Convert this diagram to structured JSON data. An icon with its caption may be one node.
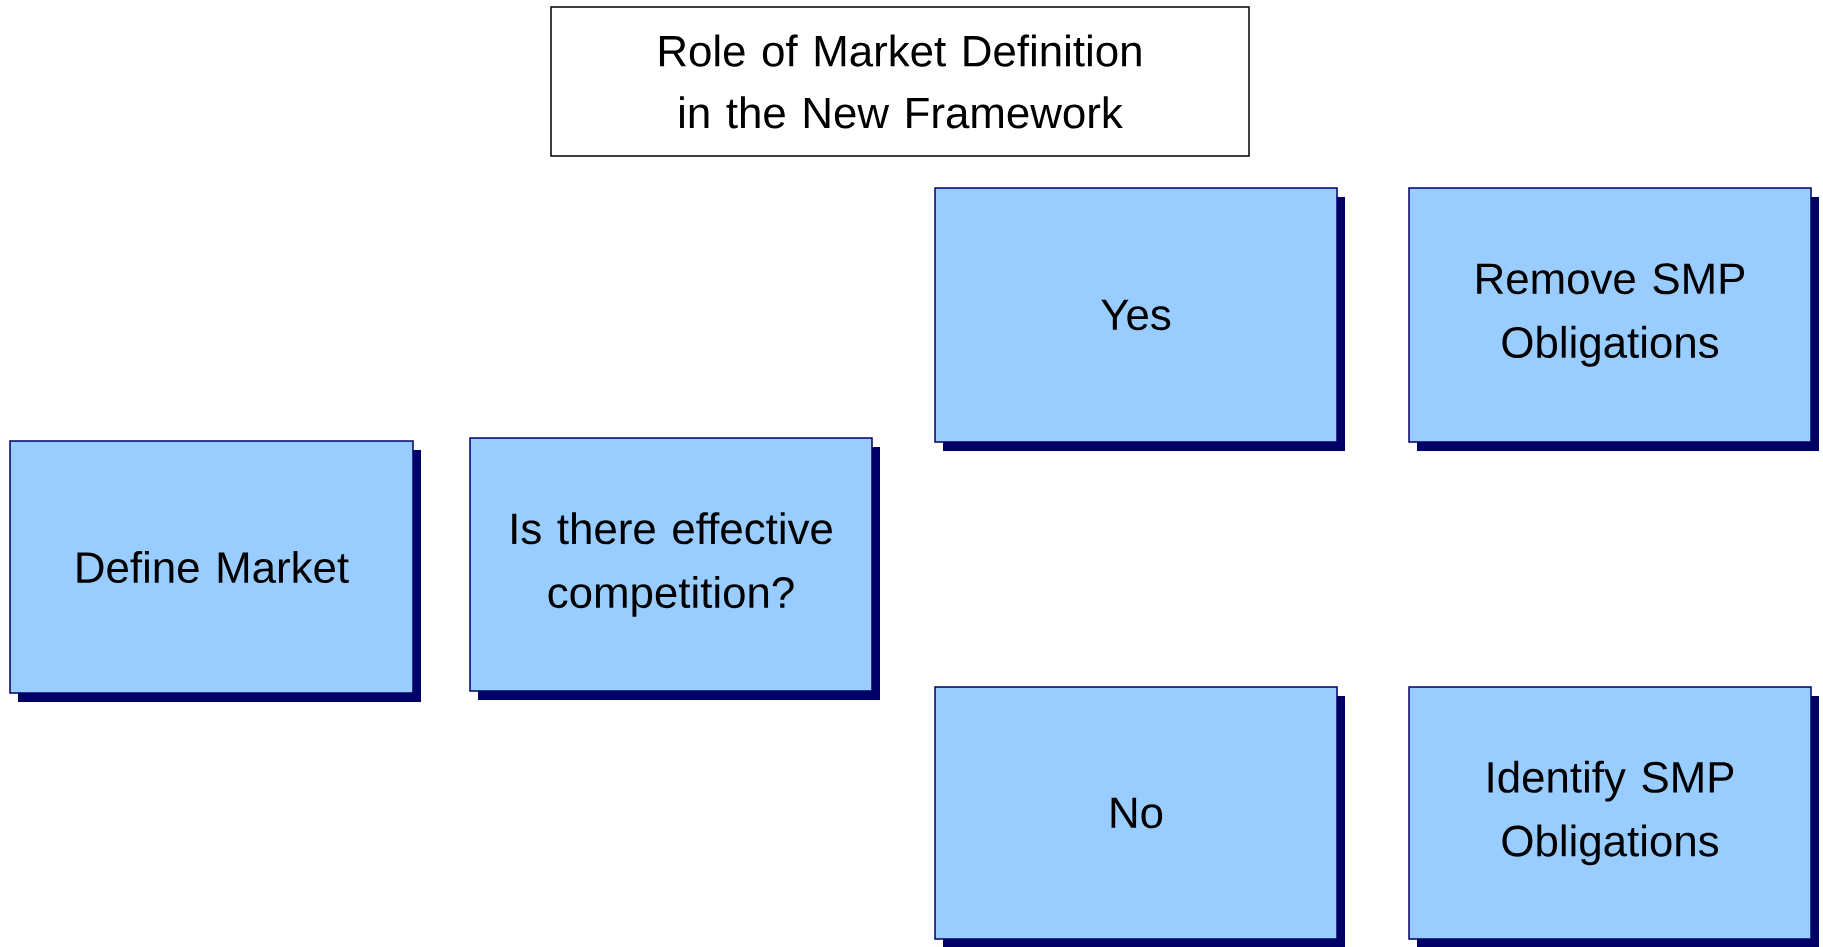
{
  "diagram": {
    "title": "Role of Market Definition in the New Framework",
    "nodes": [
      {
        "text": [
          "Define Market"
        ]
      },
      {
        "text": [
          "Is there effective competition?"
        ]
      },
      {
        "text": [
          "Yes"
        ]
      },
      {
        "text": [
          "Remove SMP Obligations"
        ]
      },
      {
        "text": [
          "No"
        ]
      },
      {
        "text": [
          "Identify SMP Obligations"
        ]
      }
    ]
  }
}
